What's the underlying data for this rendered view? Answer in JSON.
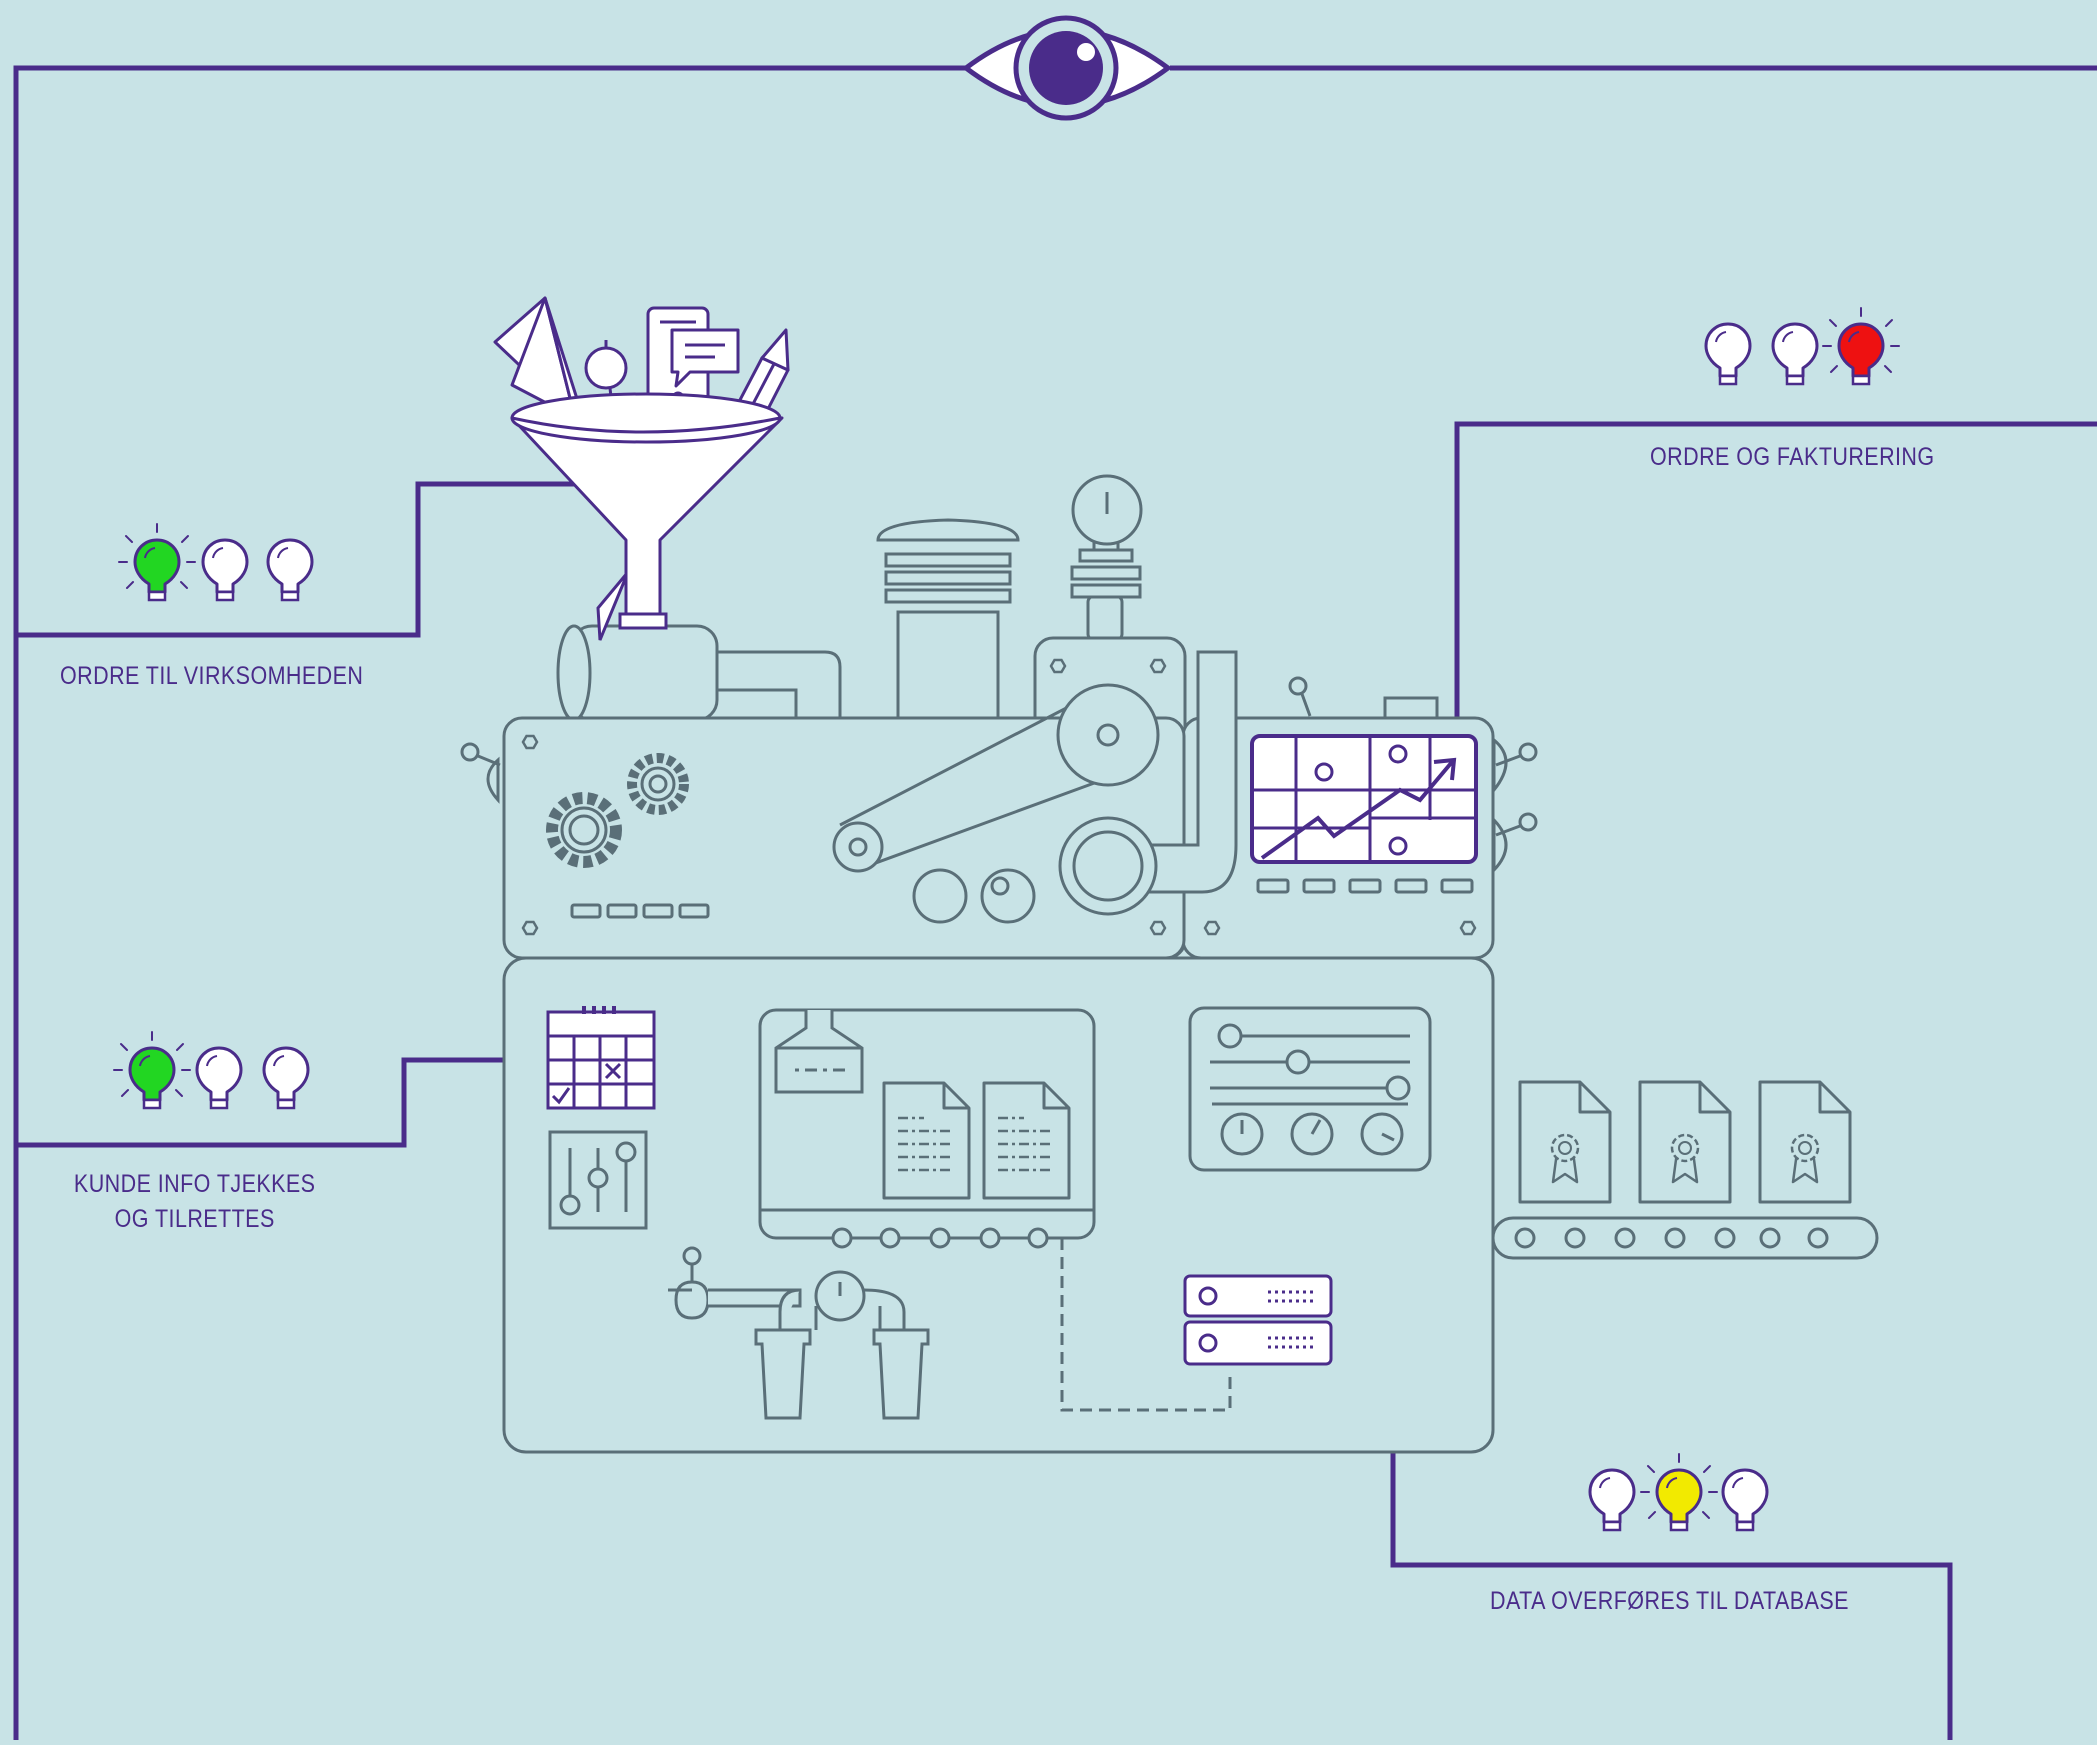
{
  "colors": {
    "background": "#c8e3e6",
    "connector": "#4a2c8a",
    "machine_stroke": "#5a6f78",
    "bulb_on_green": "#22d622",
    "bulb_on_yellow": "#f2ea00",
    "bulb_on_red": "#ee1111",
    "bulb_off": "#ffffff"
  },
  "stages": [
    {
      "id": "ordre-til-virksomheden",
      "lines": [
        "ORDRE TIL VIRKSOMHEDEN"
      ],
      "lights": [
        "green",
        "off",
        "off"
      ]
    },
    {
      "id": "kunde-info",
      "lines": [
        "KUNDE INFO TJEKKES",
        "OG TILRETTES"
      ],
      "lights": [
        "green",
        "off",
        "off"
      ]
    },
    {
      "id": "ordre-og-fakturering",
      "lines": [
        "ORDRE OG FAKTURERING"
      ],
      "lights": [
        "off",
        "off",
        "red"
      ]
    },
    {
      "id": "data-overfoeres",
      "lines": [
        "DATA OVERFØRES TIL DATABASE"
      ],
      "lights": [
        "off",
        "yellow",
        "off"
      ]
    }
  ],
  "icons": [
    "eye-icon",
    "funnel-icon",
    "paper-plane-icon",
    "smartphone-icon",
    "pencil-icon",
    "gear-icon",
    "calendar-icon",
    "slider-panel-icon",
    "chart-screen-icon",
    "server-icon",
    "certificate-document-icon",
    "conveyor-belt-icon"
  ]
}
